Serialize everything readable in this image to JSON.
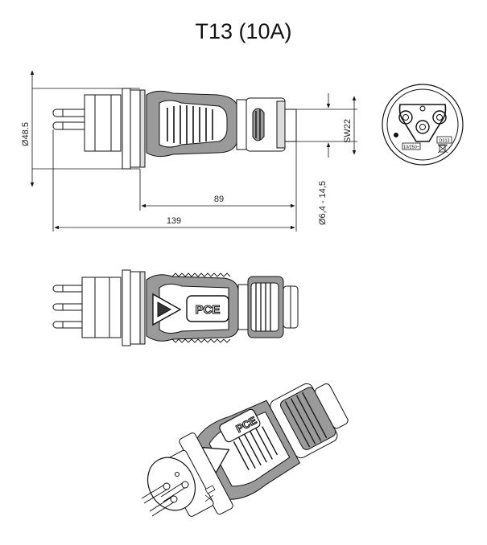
{
  "title": "T13 (10A)",
  "dimensions": {
    "diameter_housing": "Ø48.5",
    "length_body": "89",
    "length_total": "139",
    "wrench_size": "SW22",
    "cable_range": "Ø6,4 - 14,5"
  },
  "end_view": {
    "rating_label": "10/250~",
    "type_label": "D313"
  },
  "brand": "PCE",
  "colors": {
    "line": "#111111",
    "grip_fill": "#9a9a9a",
    "shade": "#d0d0d0"
  }
}
